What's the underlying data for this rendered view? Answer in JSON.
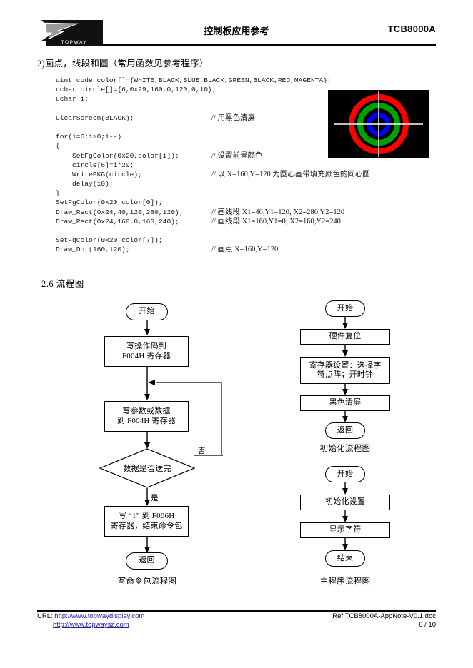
{
  "header": {
    "logo_word": "TOPWAY",
    "title": "控制板应用参考",
    "model": "TCB8000A"
  },
  "content": {
    "item_heading": "2)画点，线段和圆（常用函数见参考程序）",
    "section_heading": "2.6 流程图",
    "code_lines": [
      {
        "code": "uint code color[]={WHITE,BLACK,BLUE,BLACK,GREEN,BLACK,RED,MAGENTA};",
        "comment": ""
      },
      {
        "code": "uchar circle[]={6,0x29,160,0,120,0,10};",
        "comment": ""
      },
      {
        "code": "uchar i;",
        "comment": ""
      },
      {
        "code": "",
        "comment": ""
      },
      {
        "code": "ClearScreen(BLACK);",
        "comment": "// 用黑色清屏"
      },
      {
        "code": "",
        "comment": ""
      },
      {
        "code": "for(i=6;i>0;i--)",
        "comment": ""
      },
      {
        "code": "{",
        "comment": ""
      },
      {
        "code": "    SetFgColor(0x20,color[i]);",
        "comment": "// 设置前景颜色"
      },
      {
        "code": "    circle[6]=i*20;",
        "comment": ""
      },
      {
        "code": "    WritePKG(circle);",
        "comment": "// 以 X=160,Y=120 为圆心画带填充颜色的同心圆"
      },
      {
        "code": "    delay(10);",
        "comment": ""
      },
      {
        "code": "}",
        "comment": ""
      },
      {
        "code": "SetFgColor(0x20,color[0]);",
        "comment": ""
      },
      {
        "code": "Draw_Rect(0x24,40,120,280,120);",
        "comment": "// 画线段 X1=40,Y1=120; X2=280,Y2=120"
      },
      {
        "code": "Draw_Rect(0x24,160,0,160,240);",
        "comment": "// 画线段 X1=160,Y1=0; X2=160,Y2=240"
      },
      {
        "code": "",
        "comment": ""
      },
      {
        "code": "SetFgColor(0x20,color[7]);",
        "comment": ""
      },
      {
        "code": "Draw_Dot(160,120);",
        "comment": "// 画点 X=160,Y=120"
      }
    ],
    "demo_image": {
      "alt": "concentric-rings-demo",
      "background": "#000000",
      "rings": [
        "#ff0000",
        "#00a000",
        "#0000ff"
      ],
      "crosshair_color": "#ffffff"
    }
  },
  "flowchart_write_command": {
    "caption": "写命令包流程图",
    "nodes": {
      "start": "开始",
      "write_opcode": "写操作码到\nF004H 寄存器",
      "write_param": "写参数或数据\n到 F004H 寄存器",
      "decision": "数据是否送完",
      "write_end": "写 “1” 到 F006H\n寄存器，结束命令包",
      "return": "返回"
    },
    "edge_labels": {
      "no": "否",
      "yes": "是"
    }
  },
  "flowchart_init": {
    "caption": "初始化流程图",
    "nodes": {
      "start": "开始",
      "hw_reset": "硬件复位",
      "reg_setup": "寄存器设置：选择字\n符点阵；开时钟",
      "clear_black": "黑色清屏",
      "return": "返回"
    }
  },
  "flowchart_main": {
    "caption": "主程序流程图",
    "nodes": {
      "start": "开始",
      "init_setup": "初始化设置",
      "show_chars": "显示字符",
      "end": "结束"
    }
  },
  "footer": {
    "url_lead": "URL:",
    "url1": "http://www.topwaydisplay.com",
    "url2": "http://www.topwaysz.com",
    "ref": "Ref:TCB8000A-AppNote-V0.1.doc",
    "page": "6 / 10"
  }
}
